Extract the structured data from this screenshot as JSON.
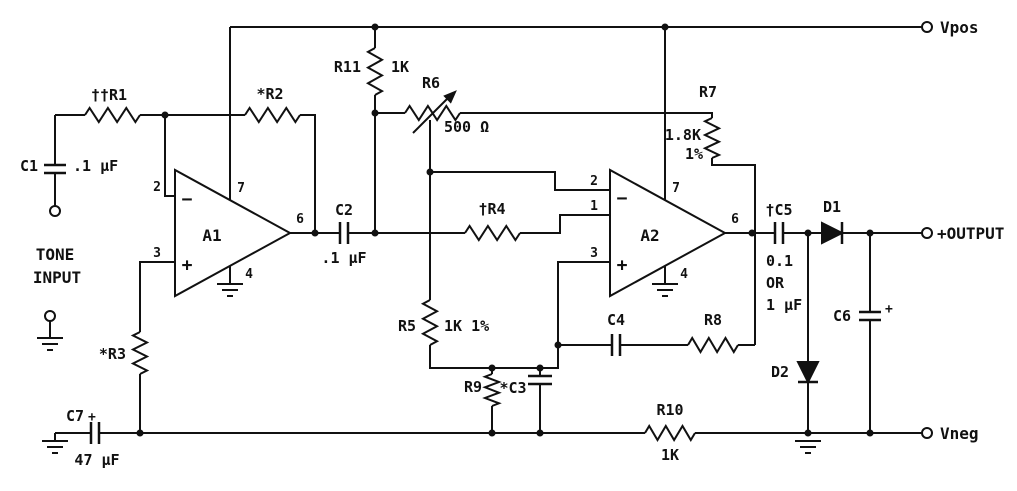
{
  "schematic": {
    "rails": {
      "vpos": "Vpos",
      "vneg": "Vneg",
      "output": "+OUTPUT"
    },
    "input": {
      "line1": "TONE",
      "line2": "INPUT"
    },
    "opamps": {
      "a1": {
        "name": "A1",
        "minus": "−",
        "plus": "+",
        "pin_inv": "2",
        "pin_ni": "3",
        "pin_vcc": "7",
        "pin_vee": "4",
        "pin_out": "6"
      },
      "a2": {
        "name": "A2",
        "minus": "−",
        "plus": "+",
        "pin_inv": "2",
        "pin_comp": "1",
        "pin_ni": "3",
        "pin_vcc": "7",
        "pin_vee": "4",
        "pin_out": "6"
      }
    },
    "resistors": {
      "r1": {
        "label": "††R1"
      },
      "r2": {
        "label": "*R2"
      },
      "r3": {
        "label": "*R3"
      },
      "r4": {
        "label": "†R4"
      },
      "r5": {
        "label": "R5",
        "value": "1K 1%"
      },
      "r6": {
        "label": "R6",
        "value": "500 Ω"
      },
      "r7": {
        "label": "R7",
        "value": "1.8K",
        "tolerance": "1%"
      },
      "r8": {
        "label": "R8"
      },
      "r9": {
        "label": "R9"
      },
      "r10": {
        "label": "R10",
        "value": "1K"
      },
      "r11": {
        "label": "R11",
        "value": "1K"
      }
    },
    "capacitors": {
      "c1": {
        "label": "C1",
        "value": ".1 µF"
      },
      "c2": {
        "label": "C2",
        "value": ".1 µF"
      },
      "c3": {
        "label": "*C3"
      },
      "c4": {
        "label": "C4"
      },
      "c5": {
        "label": "†C5",
        "value_line1": "0.1",
        "value_line2": "OR",
        "value_line3": "1 µF"
      },
      "c6": {
        "label": "C6",
        "polarity": "+"
      },
      "c7": {
        "label": "C7",
        "polarity": "+",
        "value": "47 µF"
      }
    },
    "diodes": {
      "d1": {
        "label": "D1"
      },
      "d2": {
        "label": "D2"
      }
    }
  }
}
